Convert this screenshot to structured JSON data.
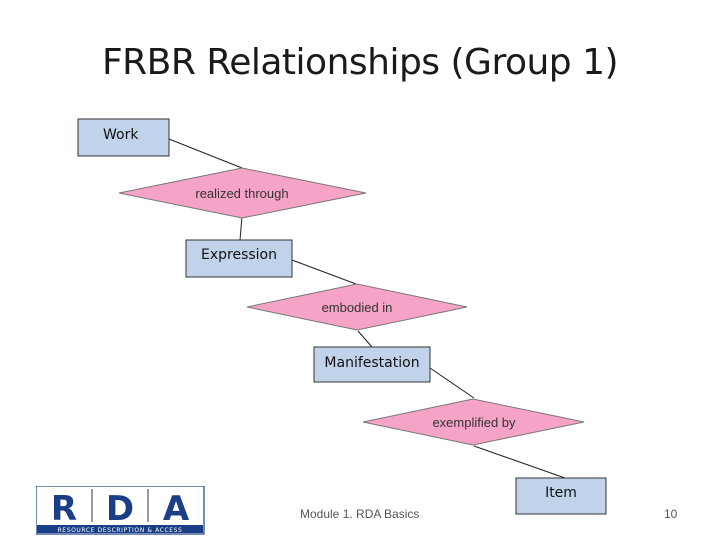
{
  "slide": {
    "title": "FRBR Relationships (Group 1)",
    "footer": "Module 1. RDA Basics",
    "page_number": "10"
  },
  "diagram": {
    "entities": [
      "Work",
      "Expression",
      "Manifestation",
      "Item"
    ],
    "relationships": [
      "realized through",
      "embodied in",
      "exemplified by"
    ]
  },
  "logo": {
    "letters": [
      "R",
      "D",
      "A"
    ],
    "tagline": "RESOURCE DESCRIPTION & ACCESS"
  },
  "colors": {
    "entity_fill": "#c0d3ea",
    "relationship_fill": "#f6a3c8",
    "logo_blue": "#1b3f86",
    "logo_grey": "#9a9a9a"
  }
}
